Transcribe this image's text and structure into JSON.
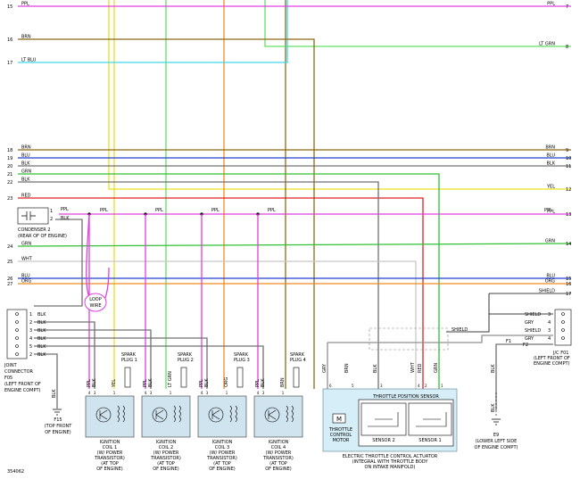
{
  "diagram": {
    "figure_id": "354062",
    "colors": {
      "PPL": "#e040e0",
      "BRN": "#8b6914",
      "LT BLU": "#40d8e8",
      "LT GRN": "#60e060",
      "BLU": "#2040d0",
      "BLK": "#707070",
      "GRN": "#30c030",
      "YEL": "#e8e020",
      "RED": "#e02020",
      "WHT": "#c8c8c8",
      "ORG": "#f08c1e",
      "GRY": "#909090",
      "SHIELD": "#000000"
    },
    "left_rows": [
      {
        "num": "15",
        "label": "PPL"
      },
      {
        "num": "16",
        "label": "BRN"
      },
      {
        "num": "17",
        "label": "LT BLU"
      },
      {
        "num": "18",
        "label": "BRN"
      },
      {
        "num": "19",
        "label": "BLU"
      },
      {
        "num": "20",
        "label": "BLK"
      },
      {
        "num": "21",
        "label": "GRN"
      },
      {
        "num": "22",
        "label": "BLK"
      },
      {
        "num": "23",
        "label": "RED"
      },
      {
        "num": "24",
        "label": "GRN"
      },
      {
        "num": "25",
        "label": "WHT"
      },
      {
        "num": "26",
        "label": "BLU"
      },
      {
        "num": "27",
        "label": "ORG"
      }
    ],
    "right_rows": [
      {
        "num": "7",
        "label": "PPL"
      },
      {
        "num": "8",
        "label": "LT GRN"
      },
      {
        "num": "9",
        "label": "BRN"
      },
      {
        "num": "10",
        "label": "BLU"
      },
      {
        "num": "11",
        "label": "BLK"
      },
      {
        "num": "12",
        "label": "YEL"
      },
      {
        "num": "13",
        "label": "PPL"
      },
      {
        "num": "14",
        "label": "GRN"
      },
      {
        "num": "15",
        "label": "BLU"
      },
      {
        "num": "16",
        "label": "ORG"
      },
      {
        "num": "17",
        "label": "SHIELD"
      }
    ],
    "condenser": {
      "title": "CONDENSER 2",
      "location": "(REAR OF OF ENGINE)",
      "pins": [
        {
          "num": "1",
          "label": "PPL"
        },
        {
          "num": "2",
          "label": "BLK"
        }
      ]
    },
    "ppl_bus_labels": [
      "PPL",
      "PPL",
      "PPL",
      "PPL",
      "PPL"
    ],
    "loop_wire": [
      "LOOP",
      "WIRE"
    ],
    "joint_connector": {
      "title": "JOINT",
      "title2": "CONNECTOR",
      "id": "F05",
      "location1": "(LEFT FRONT OF",
      "location2": "ENGINE COMPT)",
      "pins": [
        {
          "num": "1",
          "label": "BLK"
        },
        {
          "num": "2",
          "label": "BLK"
        },
        {
          "num": "3",
          "label": "BLK"
        },
        {
          "num": "4",
          "label": "BLK"
        },
        {
          "num": "5",
          "label": "BLK"
        },
        {
          "num": "2",
          "label": "BLK"
        }
      ]
    },
    "ground_f15": {
      "wire": "BLK",
      "id": "F15",
      "location1": "(TOP FRONT",
      "location2": "OF ENGINE)"
    },
    "ground_e9": {
      "wire": "BLK",
      "id": "E9",
      "location1": "(LOWER LEFT SIDE",
      "location2": "OF ENGINE COMPT)"
    },
    "coils": [
      {
        "name": "IGNITION",
        "name2": "COIL 1",
        "sub1": "(W/ POWER",
        "sub2": "TRANSISTOR)",
        "sub3": "(AT TOP",
        "sub4": "OF ENGINE)",
        "plug1": "SPARK",
        "plug2": "PLUG 1",
        "wires": [
          "PPL",
          "BLK",
          "YEL"
        ],
        "pins": [
          "4",
          "3",
          "1"
        ]
      },
      {
        "name": "IGNITION",
        "name2": "COIL 2",
        "sub1": "(W/ POWER",
        "sub2": "TRANSISTOR)",
        "sub3": "(AT TOP",
        "sub4": "OF ENGINE)",
        "plug1": "SPARK",
        "plug2": "PLUG 2",
        "wires": [
          "PPL",
          "BLK",
          "LT GRN"
        ],
        "pins": [
          "4",
          "3",
          "1"
        ]
      },
      {
        "name": "IGNITION",
        "name2": "COIL 3",
        "sub1": "(W/ POWER",
        "sub2": "TRANSISTOR)",
        "sub3": "(AT TOP",
        "sub4": "OF ENGINE)",
        "plug1": "SPARK",
        "plug2": "PLUG 3",
        "wires": [
          "PPL",
          "BLK",
          "ORG"
        ],
        "pins": [
          "4",
          "3",
          "1"
        ]
      },
      {
        "name": "IGNITION",
        "name2": "COIL 4",
        "sub1": "(W/ POWER",
        "sub2": "TRANSISTOR)",
        "sub3": "(AT TOP",
        "sub4": "OF ENGINE)",
        "plug1": "SPARK",
        "plug2": "PLUG 4",
        "wires": [
          "PPL",
          "BLK",
          "BRN"
        ],
        "pins": [
          "4",
          "3",
          "1"
        ]
      }
    ],
    "tps": {
      "header": "THROTTLE POSITION SENSOR",
      "motor1": "THROTTLE",
      "motor2": "CONTROL",
      "motor3": "MOTOR",
      "motor_symbol": "M",
      "sensor2": "SENSOR 2",
      "sensor1": "SENSOR 1",
      "footer1": "ELECTRIC THROTTLE CONTROL ACTUATOR",
      "footer2": "(INTEGRAL WITH THROTTLE BODY",
      "footer3": "ON INTAKE MANIFOLD)",
      "wires": [
        "GRY",
        "BRN",
        "BLK",
        "WHT",
        "RED",
        "GRN"
      ],
      "pins": [
        "6",
        "5",
        "3",
        "4",
        "2",
        "1"
      ]
    },
    "shield_label": "SHIELD",
    "jc": {
      "id": "J/C F01",
      "location1": "(LEFT FRONT OF",
      "location2": "ENGINE COMPT)",
      "pins": [
        {
          "label": "SHIELD",
          "num": "3"
        },
        {
          "label": "GRY",
          "num": "4"
        },
        {
          "label": "SHIELD",
          "num": "3"
        },
        {
          "label": "GRY",
          "num": "4"
        }
      ],
      "f1": "F1",
      "f2": "F2"
    }
  }
}
